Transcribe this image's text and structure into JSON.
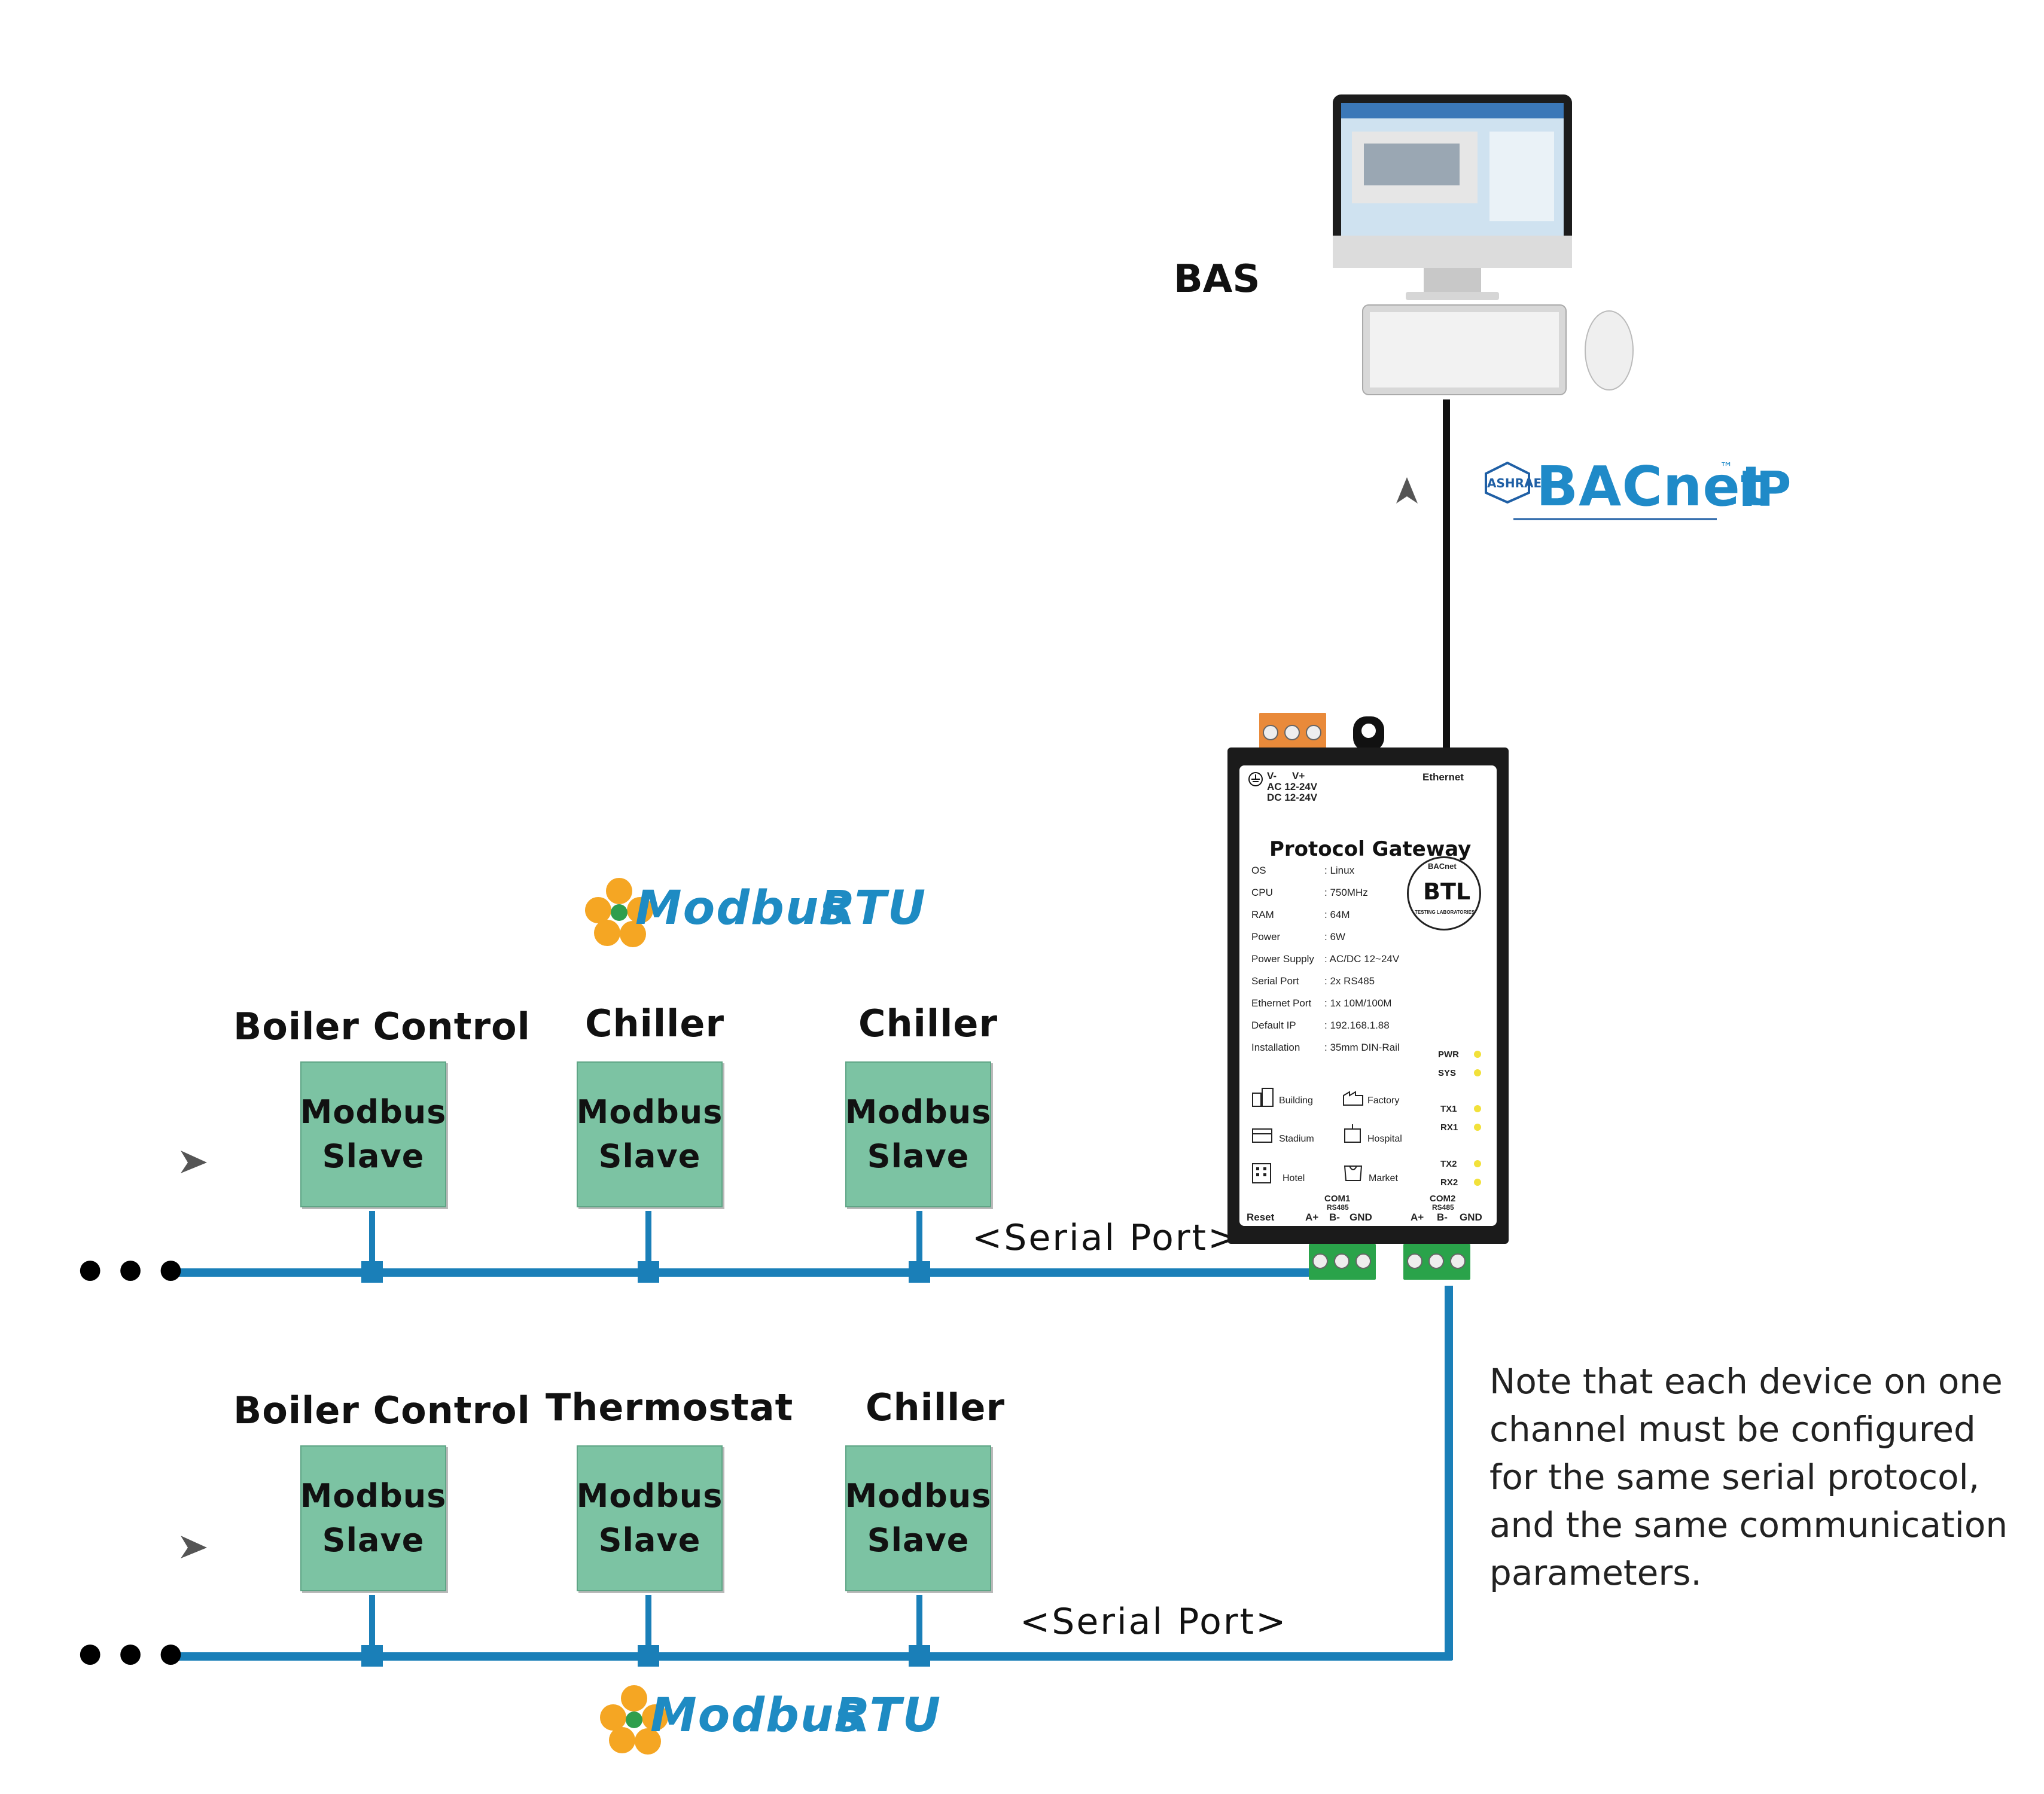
{
  "bas": {
    "label": "BAS",
    "protocol": {
      "ashrae": "ASHRAE",
      "name": "BACnet",
      "tm": "™",
      "suffix": "IP"
    }
  },
  "gateway": {
    "power_terminal": {
      "minus": "V-",
      "plus": "V+",
      "ac": "AC 12-24V",
      "dc": "DC 12-24V"
    },
    "ethernet_label": "Ethernet",
    "title": "Protocol Gateway",
    "specs": [
      {
        "k": "OS",
        "v": ": Linux"
      },
      {
        "k": "CPU",
        "v": ": 750MHz"
      },
      {
        "k": "RAM",
        "v": ": 64M"
      },
      {
        "k": "Power",
        "v": ": 6W"
      },
      {
        "k": "Power Supply",
        "v": ": AC/DC 12~24V"
      },
      {
        "k": "Serial Port",
        "v": ": 2x RS485"
      },
      {
        "k": "Ethernet Port",
        "v": ": 1x 10M/100M"
      },
      {
        "k": "Default IP",
        "v": ": 192.168.1.88"
      },
      {
        "k": "Installation",
        "v": ": 35mm DIN-Rail"
      }
    ],
    "btl_mark": {
      "center": "BTL",
      "ring_top": "BACnet",
      "ring_bottom": "TESTING LABORATORIES"
    },
    "leds": [
      "PWR",
      "SYS",
      "TX1",
      "RX1",
      "TX2",
      "RX2"
    ],
    "applications": [
      "Building",
      "Factory",
      "Stadium",
      "Hospital",
      "Hotel",
      "Market"
    ],
    "reset_label": "Reset",
    "com1": {
      "name": "COM1",
      "type": "RS485",
      "pins": [
        "A+",
        "B-",
        "GND"
      ]
    },
    "com2": {
      "name": "COM2",
      "type": "RS485",
      "pins": [
        "A+",
        "B-",
        "GND"
      ]
    }
  },
  "channel1": {
    "protocol": {
      "word": "Modbus",
      "suffix": "RTU"
    },
    "port_label": "<Serial Port>",
    "continuation": "•••",
    "devices": [
      {
        "title": "Boiler Control",
        "line1": "Modbus",
        "line2": "Slave"
      },
      {
        "title": "Chiller",
        "line1": "Modbus",
        "line2": "Slave"
      },
      {
        "title": "Chiller",
        "line1": "Modbus",
        "line2": "Slave"
      }
    ]
  },
  "channel2": {
    "protocol": {
      "word": "Modbus",
      "suffix": "RTU"
    },
    "port_label": "<Serial Port>",
    "continuation": "•••",
    "devices": [
      {
        "title": "Boiler Control",
        "line1": "Modbus",
        "line2": "Slave"
      },
      {
        "title": "Thermostat",
        "line1": "Modbus",
        "line2": "Slave"
      },
      {
        "title": "Chiller",
        "line1": "Modbus",
        "line2": "Slave"
      }
    ]
  },
  "note": "Note that each device on one channel must be configured for the same serial protocol, and the same communication parameters.",
  "colors": {
    "bus_line": "#1a7fb8",
    "slave_fill": "#7cc3a3",
    "ethernet_line": "#111111",
    "modbus_blue": "#1e8bc3",
    "modbus_orange": "#f5a623",
    "bacnet_blue": "#1f8ac8",
    "terminal_green": "#2aa34a",
    "terminal_orange": "#e98a3a"
  }
}
